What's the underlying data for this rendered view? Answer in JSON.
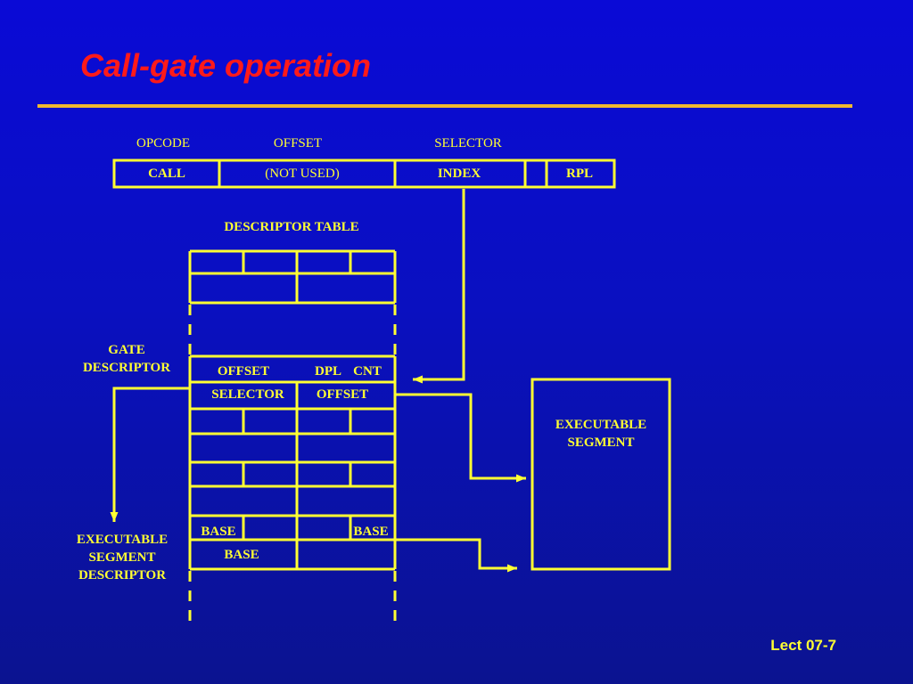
{
  "slide": {
    "title": "Call-gate operation",
    "footer": "Lect 07-7"
  },
  "colors": {
    "background": "#0a0ad6",
    "title": "#ff1a1a",
    "rule": "#f0b830",
    "diagram": "#ffff33"
  },
  "instruction": {
    "headers": {
      "opcode": "OPCODE",
      "offset": "OFFSET",
      "selector": "SELECTOR"
    },
    "fields": {
      "call": "CALL",
      "offset": "(NOT USED)",
      "index": "INDEX",
      "rpl": "RPL"
    }
  },
  "descriptor_table": {
    "title": "DESCRIPTOR TABLE",
    "gate": {
      "label_line1": "GATE",
      "label_line2": "DESCRIPTOR",
      "offset_high": "OFFSET",
      "dpl": "DPL",
      "cnt": "CNT",
      "selector": "SELECTOR",
      "offset_low": "OFFSET"
    },
    "code_descriptor": {
      "label_line1": "EXECUTABLE",
      "label_line2": "SEGMENT",
      "label_line3": "DESCRIPTOR",
      "base_left": "BASE",
      "base_right": "BASE",
      "base_low": "BASE"
    }
  },
  "segment": {
    "line1": "EXECUTABLE",
    "line2": "SEGMENT"
  }
}
